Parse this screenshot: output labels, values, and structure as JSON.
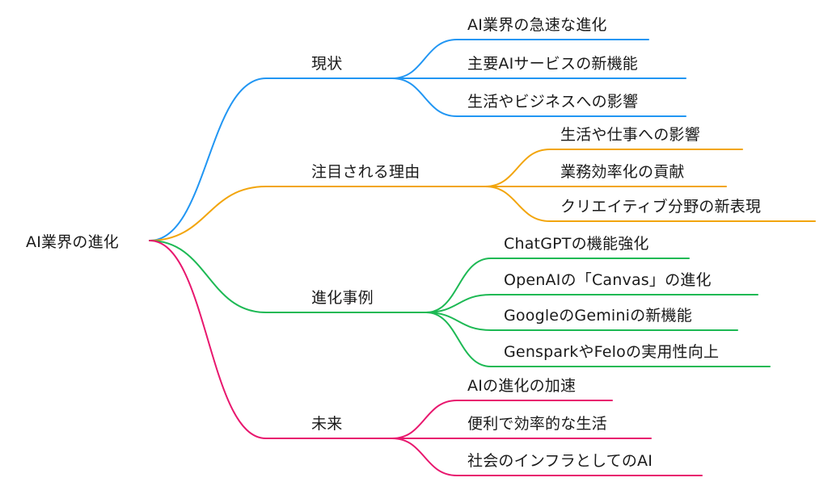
{
  "root": {
    "label": "AI業界の進化"
  },
  "branches": [
    {
      "label": "現状",
      "color": "#2196F3",
      "children": [
        "AI業界の急速な進化",
        "主要AIサービスの新機能",
        "生活やビジネスへの影響"
      ]
    },
    {
      "label": "注目される理由",
      "color": "#F2A50C",
      "children": [
        "生活や仕事への影響",
        "業務効率化の貢献",
        "クリエイティブ分野の新表現"
      ]
    },
    {
      "label": "進化事例",
      "color": "#1DB954",
      "children": [
        "ChatGPTの機能強化",
        "OpenAIの「Canvas」の進化",
        "GoogleのGeminiの新機能",
        "GensparkやFeloの実用性向上"
      ]
    },
    {
      "label": "未来",
      "color": "#E8176E",
      "children": [
        "AIの進化の加速",
        "便利で効率的な生活",
        "社会のインフラとしてのAI"
      ]
    }
  ]
}
